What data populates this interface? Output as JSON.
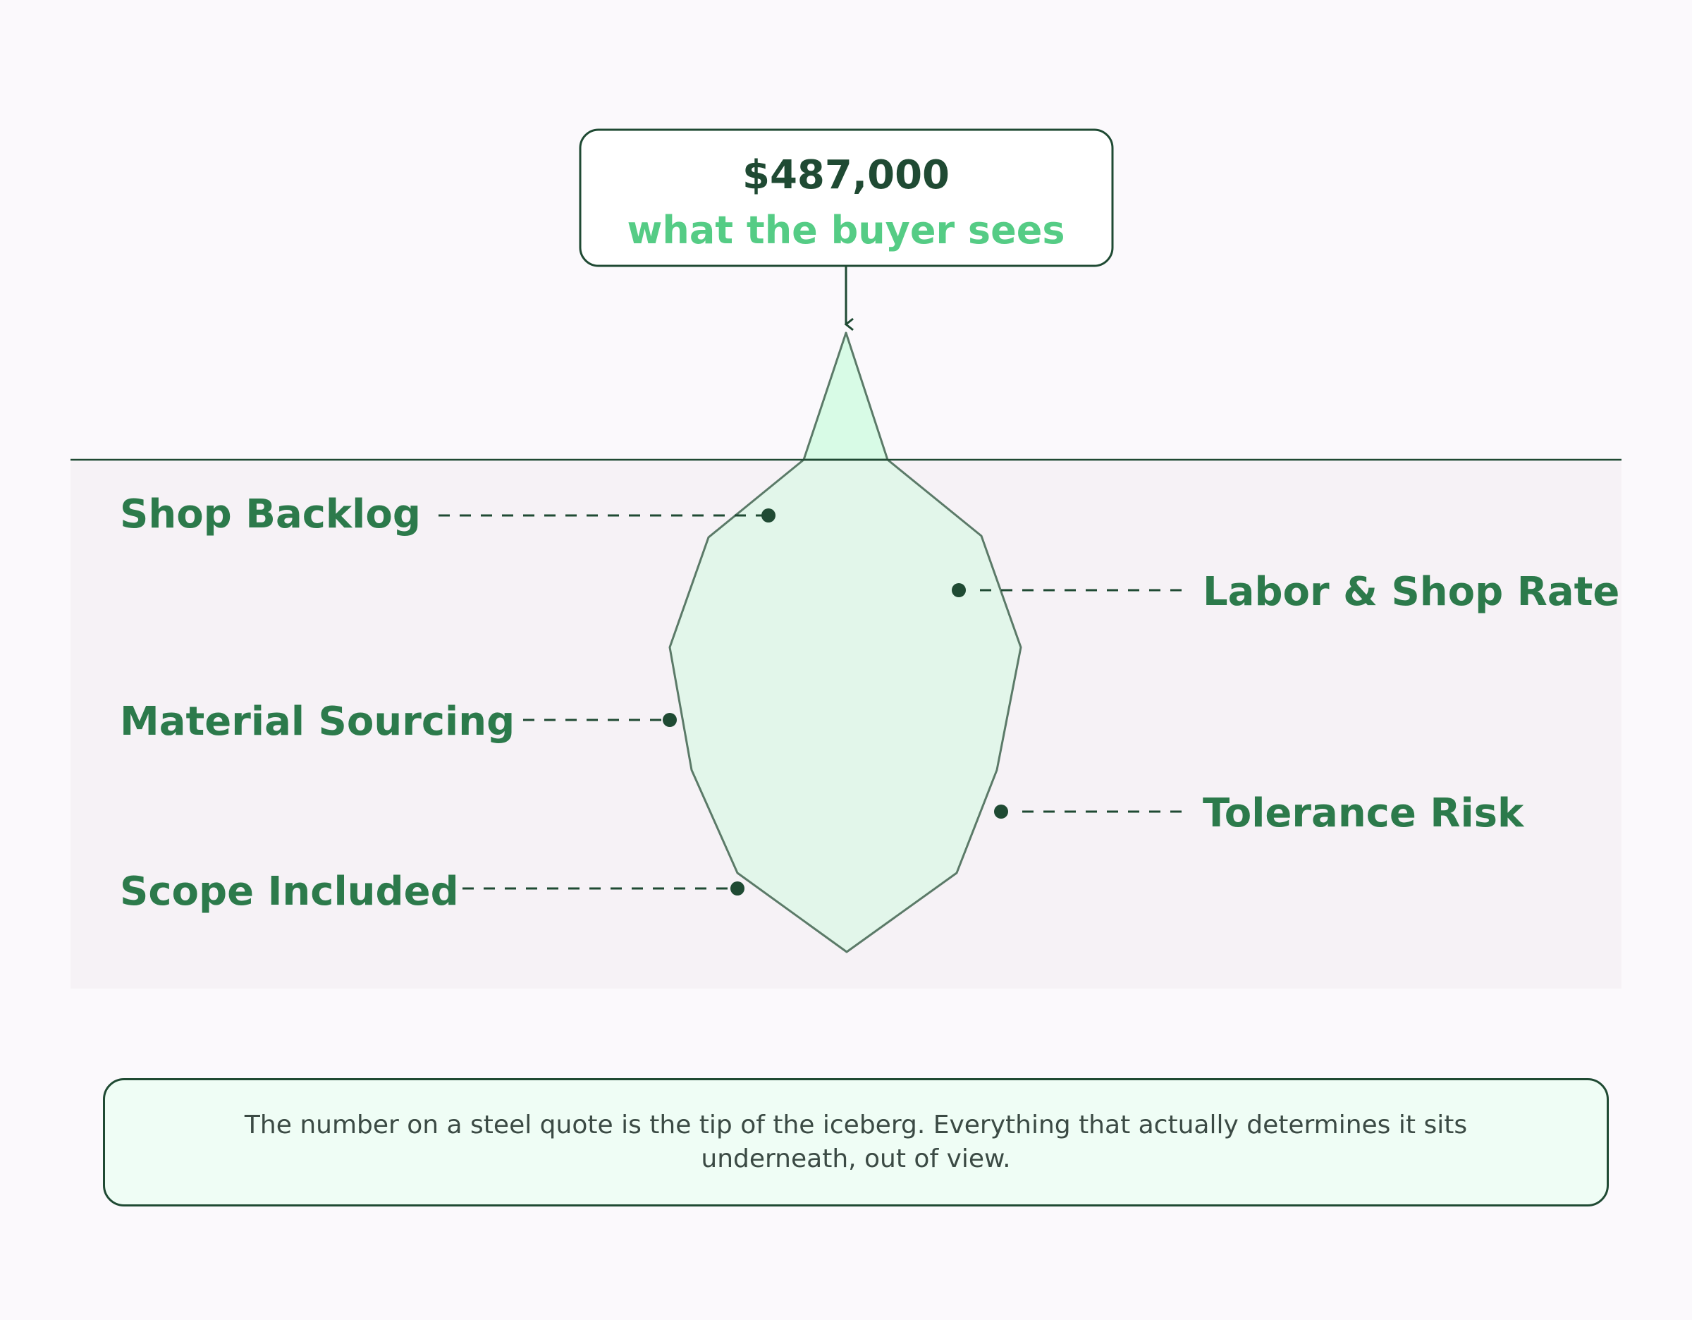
{
  "callout": {
    "price": "$487,000",
    "caption": "what the buyer sees"
  },
  "factors": [
    {
      "label": "Shop Backlog",
      "side": "left"
    },
    {
      "label": "Labor & Shop Rate",
      "side": "right"
    },
    {
      "label": "Material Sourcing",
      "side": "left"
    },
    {
      "label": "Tolerance Risk",
      "side": "right"
    },
    {
      "label": "Scope Included",
      "side": "left"
    }
  ],
  "note": {
    "text": "The number on a steel quote is the tip of the iceberg. Everything that actually determines it sits underneath, out of view."
  },
  "colors": {
    "background": "#fbf9fc",
    "underwater": "#f6f2f6",
    "iceberg_fill": "#e2f6ea",
    "tip_fill": "#d8fbe6",
    "outline": "#1f4a33",
    "label": "#2c7a4b",
    "caption": "#55cc85",
    "note_fill": "#effdf5"
  }
}
